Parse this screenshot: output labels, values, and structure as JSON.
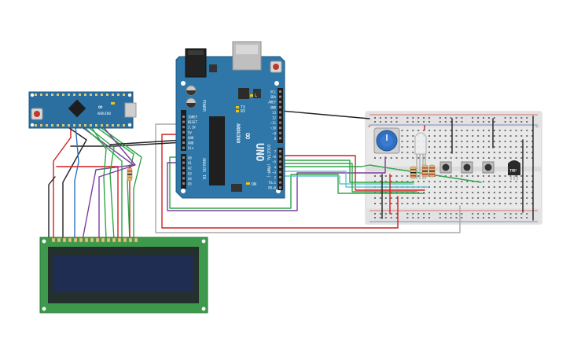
{
  "uno": {
    "brand": "ARDUINO",
    "model": "UNO",
    "power_labels": [
      "IOREF",
      "RESET",
      "3.3V",
      "5V",
      "GND",
      "GND",
      "Vin"
    ],
    "analog_labels": [
      "A0",
      "A1",
      "A2",
      "A3",
      "A4",
      "A5"
    ],
    "top_header_labels": [
      "SCL",
      "SDA",
      "AREF",
      "GND",
      "13",
      "12",
      "~11",
      "~10",
      "~9",
      "8"
    ],
    "digital_labels": [
      "7",
      "~6",
      "~5",
      "4",
      "~3",
      "2",
      "TX▸1",
      "RX◂0"
    ],
    "digital_caption": "DIGITAL (PWM~)",
    "analog_caption": "ANALOG IN",
    "power_caption": "POWER",
    "led_labels": [
      "TX",
      "RX",
      "L"
    ],
    "on_label": "ON"
  },
  "micro": {
    "brand": "ARDUINO",
    "logo_text": "∞"
  },
  "breadboard": {
    "tmp_label": "TMP",
    "plus": "+",
    "minus": "−"
  },
  "colors": {
    "uno_board": "#2f77a8",
    "micro_board": "#2b6fa0",
    "lcd_pcb": "#3d9a4c",
    "lcd_screen": "#1f2d52",
    "wire_red": "#d21f1f",
    "wire_black": "#222222",
    "wire_green": "#2fa646",
    "wire_purple": "#7a3e9e",
    "wire_cyan": "#5fc6cf",
    "wire_gray": "#a8a8a8",
    "wire_blue": "#2c6fc2"
  }
}
